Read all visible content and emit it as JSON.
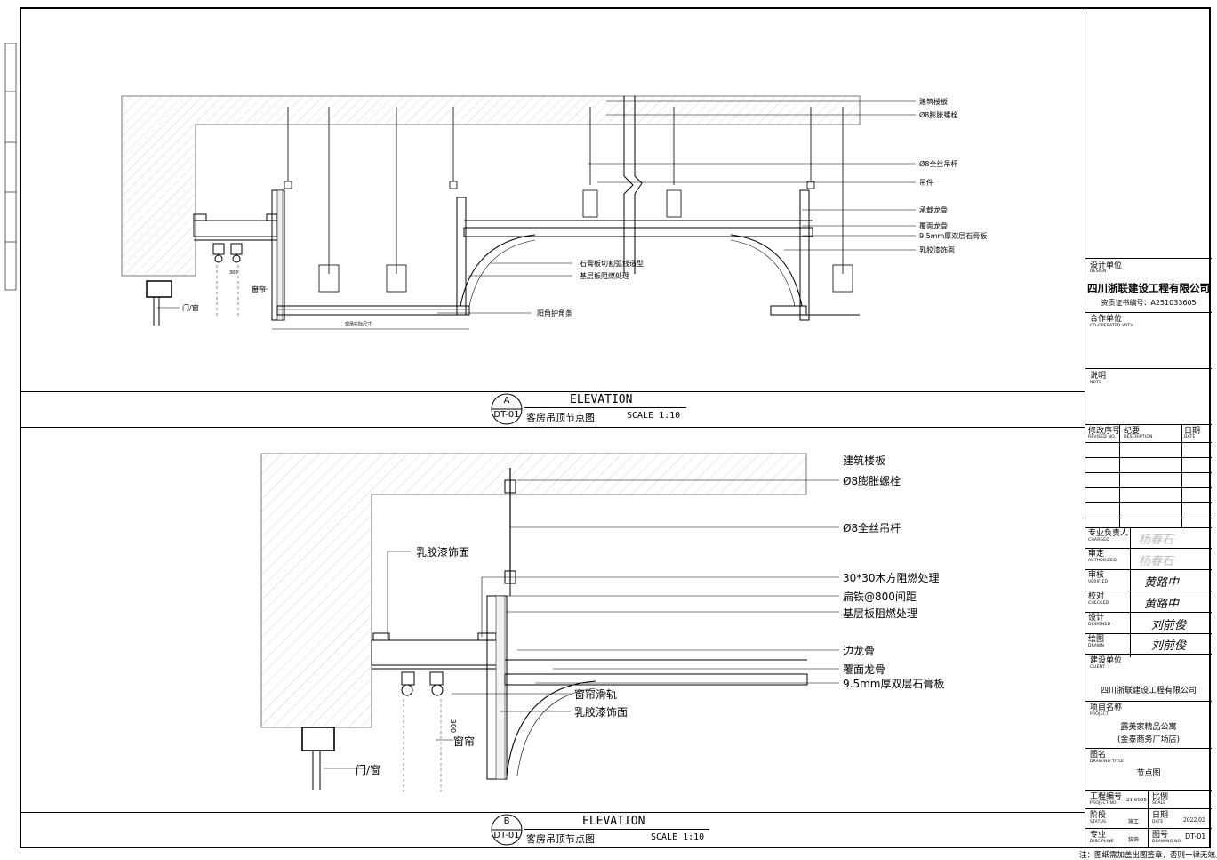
{
  "titleblock": {
    "design_unit_label": "设计单位",
    "design_unit_sub": "DESIGN",
    "company": "四川浙联建设工程有限公司",
    "cert": "资质证书编号：A251033605",
    "coop_label": "合作单位",
    "coop_sub": "CO-OPERATED WITH",
    "note_label": "说明",
    "note_sub": "NOTE",
    "rev_no": "修改序号",
    "rev_no_sub": "REVISED NO.",
    "rev_desc": "纪要",
    "rev_desc_sub": "DESCRIPTION",
    "rev_date": "日期",
    "rev_date_sub": "DATE",
    "charged": "专业负责人",
    "charged_sub": "CHARGED",
    "authorized": "审定",
    "authorized_sub": "AUTHORIZED",
    "verified": "审核",
    "verified_sub": "VERIFIED",
    "checked": "校对",
    "checked_sub": "CHECKED",
    "designed": "设计",
    "designed_sub": "DESIGNED",
    "drawn": "绘图",
    "drawn_sub": "DRAWN",
    "client_label": "建设单位",
    "client_sub": "CLIENT",
    "client": "四川浙联建设工程有限公司",
    "project_label": "项目名称",
    "project_sub": "PROJECT",
    "project_line1": "露美家精品公寓",
    "project_line2": "(金泰商务广场店)",
    "title_label": "图名",
    "title_sub": "DRAWING TITLE",
    "title": "节点图",
    "proj_no_label": "工程编号",
    "proj_no_sub": "PROJECT NO.",
    "proj_no": "21-6005",
    "scale_label": "比例",
    "scale_sub": "SCALE",
    "status_label": "阶段",
    "status_sub": "STATUS",
    "status": "施工",
    "date_label": "日期",
    "date_sub": "DATE",
    "date": "2022.02",
    "disc_label": "专业",
    "disc_sub": "DISCIPLINE",
    "disc": "装饰",
    "dwg_no_label": "图号",
    "dwg_no_sub": "DRAWING NO.",
    "dwg_no": "DT-01",
    "footer": "注：图纸需加盖出图签章，否则一律无效。"
  },
  "detailA": {
    "mark": "A",
    "sheet": "DT-01",
    "elev": "ELEVATION",
    "name": "客房吊顶节点图",
    "scale": "SCALE 1:10",
    "notes": [
      "建筑楼板",
      "Ø8膨胀螺栓",
      "Ø8全丝吊杆",
      "吊件",
      "承载龙骨",
      "覆面龙骨",
      "9.5mm厚双层石膏板",
      "乳胶漆饰面"
    ],
    "notes_left": [
      "石膏板切割弧线造型",
      "基层板阻燃处理",
      "阳角护角条"
    ],
    "door": "门/窗",
    "curtain": "窗帘",
    "dim_300": "300",
    "dim_text": "现场实际尺寸"
  },
  "detailB": {
    "mark": "B",
    "sheet": "DT-01",
    "elev": "ELEVATION",
    "name": "客房吊顶节点图",
    "scale": "SCALE 1:10",
    "notes": [
      "建筑楼板",
      "Ø8膨胀螺栓",
      "Ø8全丝吊杆",
      "30*30木方阻燃处理",
      "扁铁@800间距",
      "基层板阻燃处理",
      "边龙骨",
      "覆面龙骨",
      "9.5mm厚双层石膏板"
    ],
    "latex_top": "乳胶漆饰面",
    "rail": "窗帘滑轨",
    "latex_bottom": "乳胶漆饰面",
    "curtain": "窗帘",
    "door": "门/窗",
    "dim_300": "300"
  },
  "signatures": {
    "charged": "杨春石",
    "authorized": "杨春石",
    "verified": "黄路中",
    "checked": "黄路中",
    "designed": "刘前俊",
    "drawn": "刘前俊"
  }
}
